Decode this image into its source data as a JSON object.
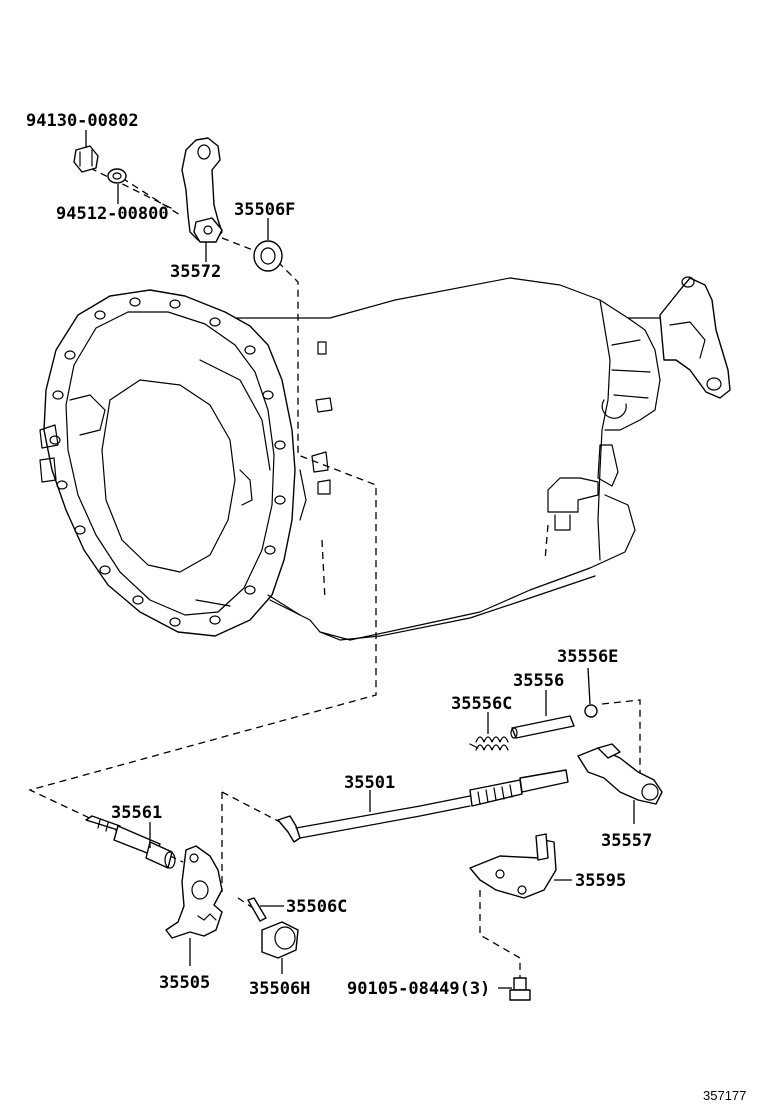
{
  "figure_number": "357177",
  "parts": [
    {
      "id": "nut",
      "number": "94130-00802"
    },
    {
      "id": "washer",
      "number": "94512-00800"
    },
    {
      "id": "lever-upper",
      "number": "35572"
    },
    {
      "id": "seal-upper",
      "number": "35506F"
    },
    {
      "id": "plug",
      "number": "35556E"
    },
    {
      "id": "pin",
      "number": "35556"
    },
    {
      "id": "spring",
      "number": "35556C"
    },
    {
      "id": "rod",
      "number": "35501"
    },
    {
      "id": "detent-lever",
      "number": "35557"
    },
    {
      "id": "bracket",
      "number": "35595"
    },
    {
      "id": "bolt",
      "number": "90105-08449(3)"
    },
    {
      "id": "shaft",
      "number": "35561"
    },
    {
      "id": "manual-valve-lever",
      "number": "35505"
    },
    {
      "id": "roll-pin",
      "number": "35506C"
    },
    {
      "id": "seal-lower",
      "number": "35506H"
    }
  ]
}
